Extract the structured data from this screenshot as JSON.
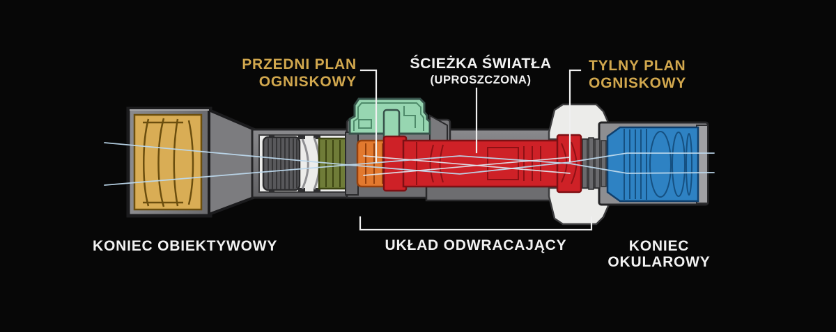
{
  "colors": {
    "background": "#070707",
    "gold_text": "#d2a84e",
    "white_text": "#f2f2f2",
    "callout_line": "#f0f0f0",
    "scope_body_gray": "#7a7a7d",
    "interior_white": "#ececea",
    "objective_gold": "#d9ad55",
    "focus_group_gray": "#58585b",
    "front_group_olive": "#6f7c38",
    "turret_mint": "#97d6b1",
    "ffp_orange": "#e2792f",
    "erector_red": "#ce2127",
    "eyepiece_blue": "#2e82c3",
    "light_ray_blue": "#bdd8ec"
  },
  "labels": {
    "front_focal_plane": {
      "line1": "PRZEDNI PLAN",
      "line2": "OGNISKOWY"
    },
    "light_path": {
      "line1": "ŚCIEŻKA ŚWIATŁA",
      "line2": "(UPROSZCZONA)"
    },
    "rear_focal_plane": {
      "line1": "TYLNY PLAN",
      "line2": "OGNISKOWY"
    },
    "objective_end": {
      "text": "KONIEC OBIEKTYWOWY"
    },
    "erector_system": {
      "text": "UKŁAD ODWRACAJĄCY"
    },
    "eyepiece_end": {
      "line1": "KONIEC",
      "line2": "OKULAROWY"
    }
  },
  "components": [
    {
      "id": "objective-lens-group",
      "color": "#d9ad55"
    },
    {
      "id": "focus-lens-group",
      "color": "#58585b"
    },
    {
      "id": "front-relay-lens-group",
      "color": "#6f7c38"
    },
    {
      "id": "elevation-turret",
      "color": "#97d6b1"
    },
    {
      "id": "front-focal-plane-lens",
      "color": "#e2792f"
    },
    {
      "id": "erector-tube",
      "color": "#ce2127"
    },
    {
      "id": "eyepiece-lens-group",
      "color": "#2e82c3"
    },
    {
      "id": "light-rays",
      "color": "#bdd8ec"
    }
  ]
}
